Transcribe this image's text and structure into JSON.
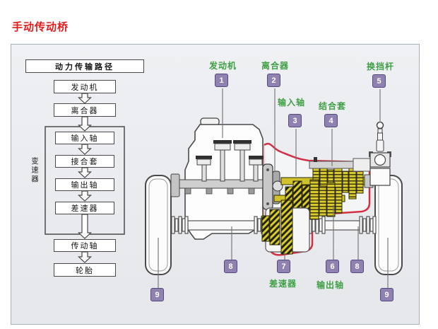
{
  "title": "手动传动桥",
  "flowchart": {
    "header": "动力传输路径",
    "engine": "发动机",
    "clutch": "离合器",
    "group_label": "变速器",
    "input_shaft": "输入轴",
    "coupling_sleeve": "接合套",
    "output_shaft": "输出轴",
    "differential": "差速器",
    "drive_shaft": "传动轴",
    "tire": "轮胎"
  },
  "diagram": {
    "engine_label": "发动机",
    "clutch_label": "离合器",
    "input_shaft_label": "输入轴",
    "coupling_sleeve_label": "结合套",
    "shift_lever_label": "换挡杆",
    "output_shaft_label": "输出轴",
    "differential_label": "差速器",
    "badges": {
      "engine": "1",
      "clutch": "2",
      "input_shaft": "3",
      "coupling_sleeve": "4",
      "shift_lever": "5",
      "output_shaft": "6",
      "differential": "7",
      "drive_shaft": "8",
      "wheel": "9"
    }
  },
  "colors": {
    "title_red": "#e21b1b",
    "label_green": "#3f9f44",
    "badge_purple": "#8f81b0",
    "badge_border": "#55477f",
    "case_outline_red": "#d32f45",
    "gear_yellow": "#d9cb2d",
    "panel_background": "#e9ebef"
  }
}
